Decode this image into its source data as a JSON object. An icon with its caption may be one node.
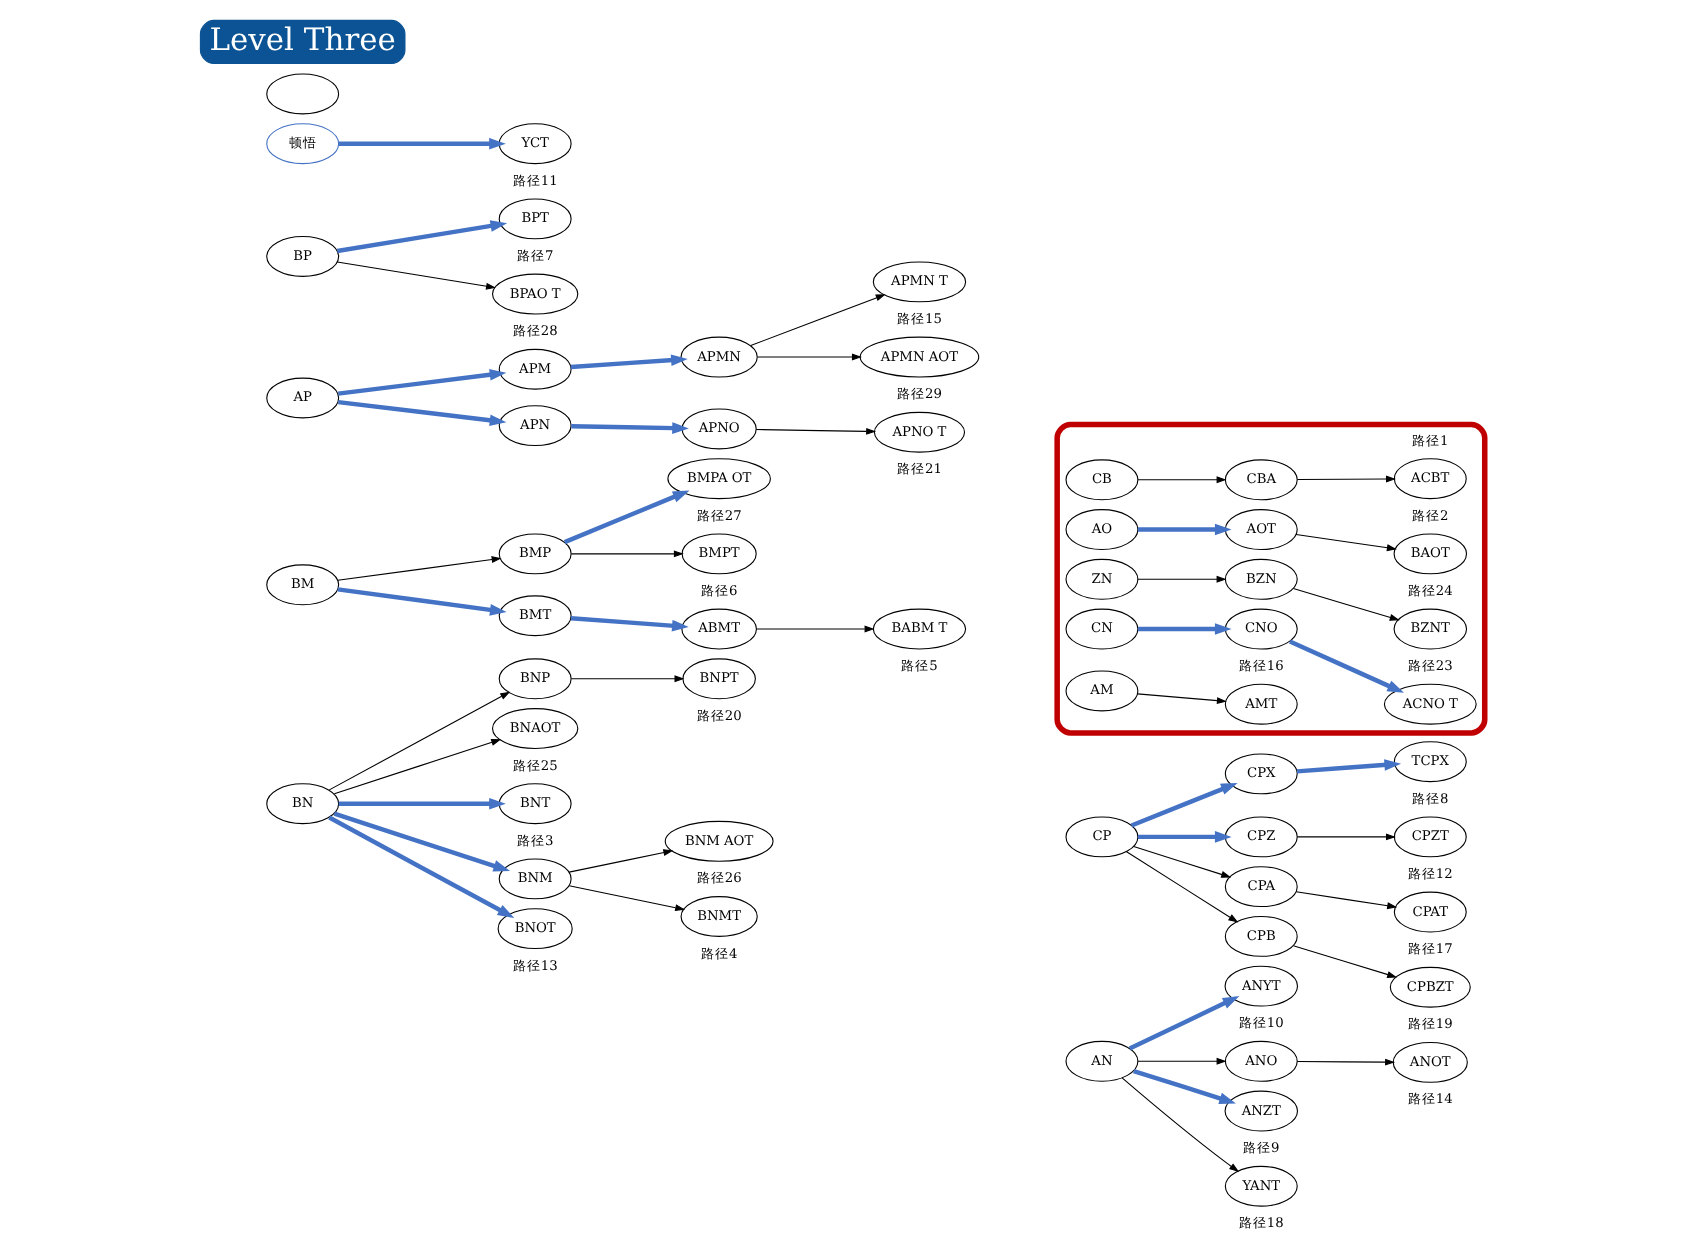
{
  "diagram": {
    "nodes": [
      {
        "text": [
          "BN"
        ]
      },
      {
        "text": [
          "BNP"
        ]
      },
      {
        "text": [
          "BNPT"
        ],
        "beside": [
          "路径20"
        ]
      },
      {
        "text": [
          "BNAOT"
        ],
        "beside": [
          "路径25"
        ]
      },
      {
        "text": [
          "BNT"
        ],
        "beside": [
          "路径3"
        ]
      },
      {
        "text": [
          "BNM"
        ]
      },
      {
        "text": [
          "BNM AOT"
        ],
        "beside": [
          "路径26"
        ]
      },
      {
        "text": [
          "BNMT"
        ],
        "beside": [
          "路径4"
        ]
      },
      {
        "text": [
          "BNOT"
        ],
        "beside": [
          "路径13"
        ]
      },
      {
        "text": [
          "BM"
        ]
      },
      {
        "text": [
          "BMP"
        ]
      },
      {
        "text": [
          "BMPA OT"
        ],
        "beside": [
          "路径27"
        ]
      },
      {
        "text": [
          "BMPT"
        ],
        "beside": [
          "路径6"
        ]
      },
      {
        "text": [
          "BMT"
        ]
      },
      {
        "text": [
          "ABMT"
        ]
      },
      {
        "text": [
          "BABM T"
        ],
        "beside": [
          "路径5"
        ]
      },
      {
        "text": [
          "AP"
        ]
      },
      {
        "text": [
          "APM"
        ]
      },
      {
        "text": [
          "APMN"
        ]
      },
      {
        "text": [
          "APMN T"
        ],
        "beside": [
          "路径15"
        ]
      },
      {
        "text": [
          "APMN AOT"
        ],
        "beside": [
          "路径29"
        ]
      },
      {
        "text": [
          "APN"
        ]
      },
      {
        "text": [
          "APNO"
        ]
      },
      {
        "text": [
          "APNO T"
        ],
        "beside": [
          "路径21"
        ]
      },
      {
        "text": [
          "BP"
        ]
      },
      {
        "text": [
          "BPT"
        ],
        "beside": [
          "路径7"
        ]
      },
      {
        "text": [
          "顿悟"
        ]
      },
      {
        "text": [
          "YCT"
        ],
        "beside": [
          "路径11"
        ]
      },
      {
        "text": [
          "BPAO T"
        ],
        "beside": [
          "路径28"
        ]
      },
      {
        "text": [],
        "shape": "ellipse"
      },
      {
        "text": [
          "CP"
        ]
      },
      {
        "text": [
          "CPX"
        ]
      },
      {
        "text": [
          "TCPX"
        ],
        "beside": [
          "路径8"
        ]
      },
      {
        "text": [
          "CPZ"
        ]
      },
      {
        "text": [
          "CPZT"
        ],
        "beside": [
          "路径12"
        ]
      },
      {
        "text": [
          "CPA"
        ]
      },
      {
        "text": [
          "CPAT"
        ],
        "beside": [
          "路径17"
        ]
      },
      {
        "text": [
          "CPB"
        ]
      },
      {
        "text": [
          "CPBZT"
        ],
        "beside": [
          "路径19"
        ]
      },
      {
        "text": [
          "AN"
        ]
      },
      {
        "text": [
          "ANYT"
        ],
        "beside": [
          "路径10"
        ]
      },
      {
        "text": [
          "ANO"
        ]
      },
      {
        "text": [
          "ANOT"
        ],
        "beside": [
          "路径14"
        ]
      },
      {
        "text": [
          "ANZT"
        ],
        "beside": [
          "路径9"
        ]
      },
      {
        "text": [
          "YANT"
        ],
        "beside": [
          "路径18"
        ]
      },
      {
        "text": [],
        "shape": "box"
      },
      {
        "text": [
          "CB"
        ],
        "in": 45
      },
      {
        "text": [
          "CBA"
        ],
        "in": 45
      },
      {
        "text": [
          "ACBT"
        ],
        "beside": [
          "路径1"
        ],
        "in": 45
      },
      {
        "text": [
          "AO"
        ],
        "in": 45
      },
      {
        "text": [
          "AOT"
        ],
        "in": 45
      },
      {
        "text": [
          "BAOT"
        ],
        "beside": [
          "路径2"
        ],
        "in": 45
      },
      {
        "text": [
          "ZN"
        ],
        "in": 45
      },
      {
        "text": [
          "BZN"
        ],
        "in": 45
      },
      {
        "text": [
          "BZNT"
        ],
        "beside": [
          "路径24"
        ],
        "in": 45
      },
      {
        "text": [
          "CN"
        ],
        "in": 45
      },
      {
        "text": [
          "CNO"
        ],
        "in": 45
      },
      {
        "text": [
          "ACNO T"
        ],
        "beside": [
          "路径23"
        ],
        "in": 45
      },
      {
        "text": [
          "AM"
        ],
        "in": 45
      },
      {
        "text": [
          "AMT"
        ],
        "beside": [
          "路径16"
        ],
        "in": 45
      }
    ],
    "edges": [
      {
        "from": 0,
        "to": 1,
        "arrow": "to"
      },
      {
        "from": 0,
        "to": 3,
        "arrow": "to"
      },
      {
        "from": 0,
        "to": 4,
        "arrow": "to",
        "style": "thick",
        "color": "#4472c4"
      },
      {
        "from": 0,
        "to": 5,
        "arrow": "to",
        "style": "thick",
        "color": "#4472c4"
      },
      {
        "from": 0,
        "to": 8,
        "arrow": "to",
        "style": "thick",
        "color": "#4472c4"
      },
      {
        "from": 1,
        "to": 2,
        "arrow": "to"
      },
      {
        "from": 5,
        "to": 6,
        "arrow": "to"
      },
      {
        "from": 5,
        "to": 7,
        "arrow": "to"
      },
      {
        "from": 9,
        "to": 10,
        "arrow": "to"
      },
      {
        "from": 9,
        "to": 13,
        "arrow": "to",
        "style": "thick",
        "color": "#4472c4"
      },
      {
        "from": 10,
        "to": 11,
        "arrow": "to",
        "style": "thick",
        "color": "#4472c4"
      },
      {
        "from": 10,
        "to": 12,
        "arrow": "to"
      },
      {
        "from": 13,
        "to": 14,
        "arrow": "to",
        "style": "thick",
        "color": "#4472c4"
      },
      {
        "from": 14,
        "to": 15,
        "arrow": "to"
      },
      {
        "from": 16,
        "to": 17,
        "arrow": "to",
        "style": "thick",
        "color": "#4472c4"
      },
      {
        "from": 16,
        "to": 21,
        "arrow": "to",
        "style": "thick",
        "color": "#4472c4"
      },
      {
        "from": 17,
        "to": 18,
        "arrow": "to",
        "style": "thick",
        "color": "#4472c4"
      },
      {
        "from": 18,
        "to": 19,
        "arrow": "to"
      },
      {
        "from": 18,
        "to": 20,
        "arrow": "to"
      },
      {
        "from": 21,
        "to": 22,
        "arrow": "to",
        "style": "thick",
        "color": "#4472c4"
      },
      {
        "from": 22,
        "to": 23,
        "arrow": "to"
      },
      {
        "from": 24,
        "to": 25,
        "arrow": "to",
        "style": "thick",
        "color": "#4472c4"
      },
      {
        "from": 24,
        "to": 28,
        "arrow": "to"
      },
      {
        "from": 26,
        "to": 27,
        "arrow": "to",
        "style": "thick",
        "color": "#4472c4"
      },
      {
        "from": 30,
        "to": 31,
        "arrow": "to",
        "style": "thick",
        "color": "#4472c4"
      },
      {
        "from": 30,
        "to": 33,
        "arrow": "to",
        "style": "thick",
        "color": "#4472c4"
      },
      {
        "from": 30,
        "to": 35,
        "arrow": "to"
      },
      {
        "from": 30,
        "to": 37,
        "arrow": "to"
      },
      {
        "from": 31,
        "to": 32,
        "arrow": "to",
        "style": "thick",
        "color": "#4472c4"
      },
      {
        "from": 33,
        "to": 34,
        "arrow": "to"
      },
      {
        "from": 35,
        "to": 36,
        "arrow": "to"
      },
      {
        "from": 37,
        "to": 38,
        "arrow": "to"
      },
      {
        "from": 39,
        "to": 40,
        "arrow": "to",
        "style": "thick",
        "color": "#4472c4"
      },
      {
        "from": 39,
        "to": 41,
        "arrow": "to"
      },
      {
        "from": 39,
        "to": 43,
        "arrow": "to",
        "style": "thick",
        "color": "#4472c4"
      },
      {
        "from": 39,
        "to": 44,
        "arrow": "to"
      },
      {
        "from": 41,
        "to": 42,
        "arrow": "to"
      },
      {
        "from": 46,
        "to": 47,
        "arrow": "to"
      },
      {
        "from": 47,
        "to": 48,
        "arrow": "to"
      },
      {
        "from": 49,
        "to": 50,
        "arrow": "to",
        "style": "thick",
        "color": "#4472c4"
      },
      {
        "from": 50,
        "to": 51,
        "arrow": "to"
      },
      {
        "from": 52,
        "to": 53,
        "arrow": "to"
      },
      {
        "from": 53,
        "to": 54,
        "arrow": "to"
      },
      {
        "from": 55,
        "to": 56,
        "arrow": "to",
        "style": "thick",
        "color": "#4472c4"
      },
      {
        "from": 56,
        "to": 57,
        "arrow": "to",
        "style": "thick",
        "color": "#4472c4"
      },
      {
        "from": 58,
        "to": 59,
        "arrow": "to"
      }
    ],
    "labels": [
      "Level Three"
    ]
  }
}
